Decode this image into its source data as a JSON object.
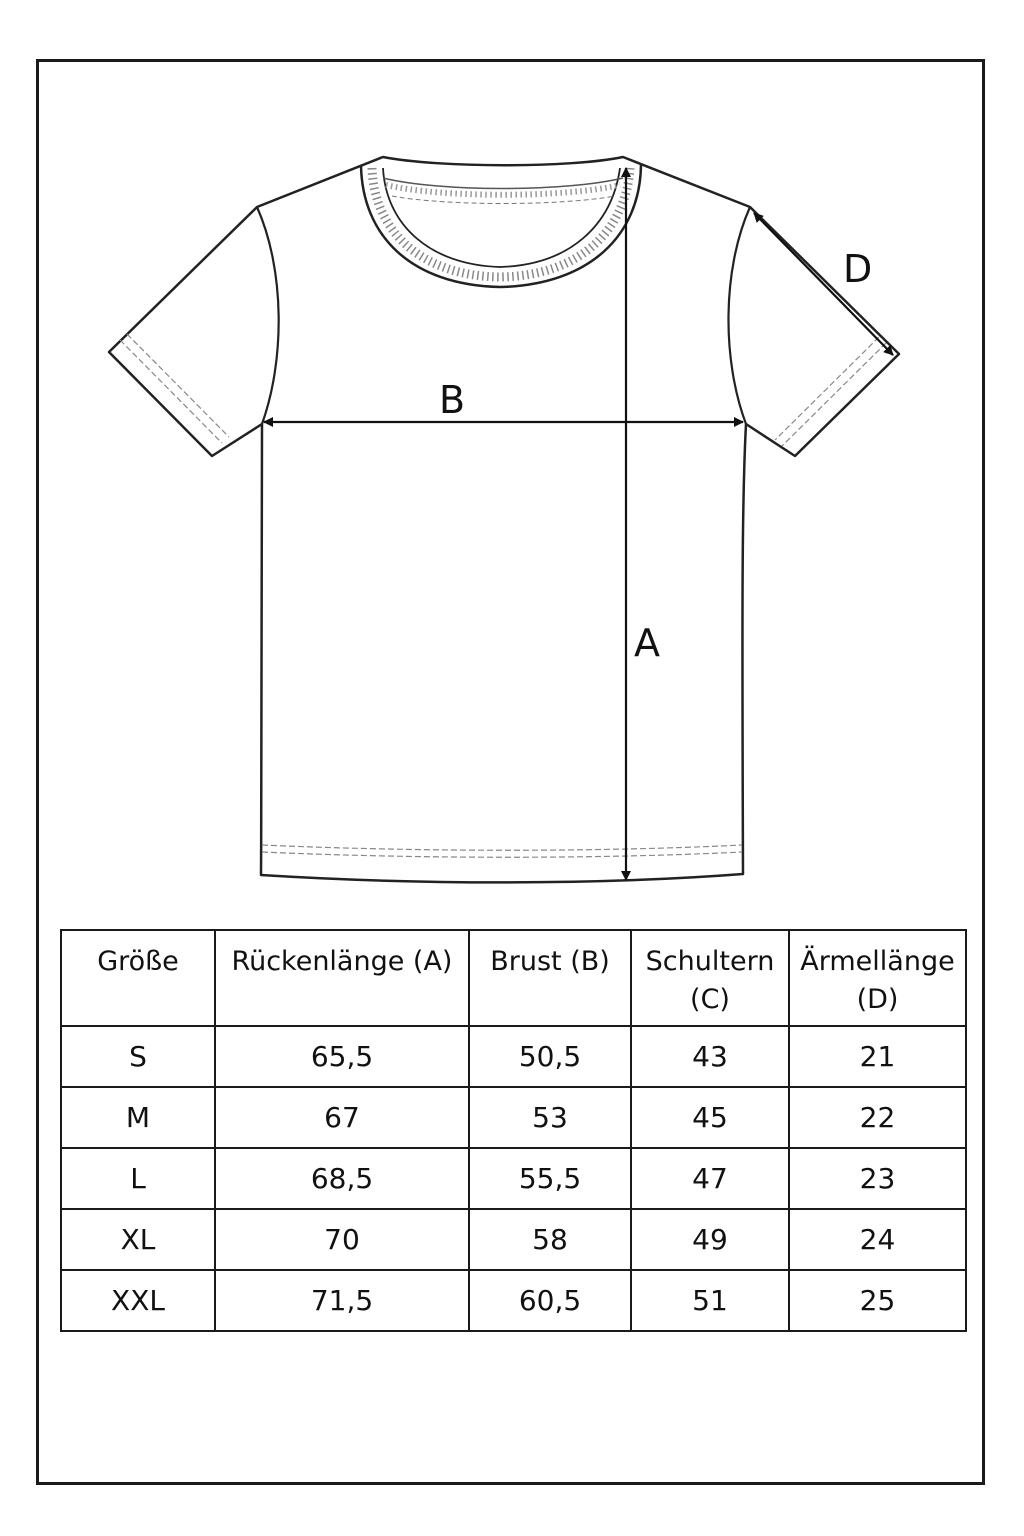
{
  "diagram": {
    "labels": {
      "a": "A",
      "b": "B",
      "d": "D"
    }
  },
  "table": {
    "headers": [
      {
        "line1": "Größe",
        "line2": ""
      },
      {
        "line1": "Rückenlänge (A)",
        "line2": ""
      },
      {
        "line1": "Brust (B)",
        "line2": ""
      },
      {
        "line1": "Schultern",
        "line2": "(C)"
      },
      {
        "line1": "Ärmellänge",
        "line2": "(D)"
      }
    ],
    "rows": [
      [
        "S",
        "65,5",
        "50,5",
        "43",
        "21"
      ],
      [
        "M",
        "67",
        "53",
        "45",
        "22"
      ],
      [
        "L",
        "68,5",
        "55,5",
        "47",
        "23"
      ],
      [
        "XL",
        "70",
        "58",
        "49",
        "24"
      ],
      [
        "XXL",
        "71,5",
        "60,5",
        "51",
        "25"
      ]
    ]
  }
}
